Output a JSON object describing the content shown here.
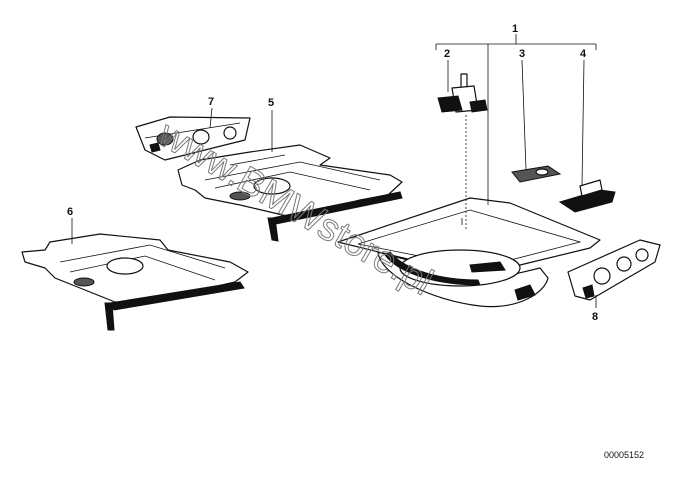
{
  "diagram": {
    "callouts": {
      "c1": "1",
      "c2": "2",
      "c3": "3",
      "c4": "4",
      "c5": "5",
      "c6": "6",
      "c7": "7",
      "c8": "8"
    },
    "watermark": "www.BMWstore.pl",
    "drawing_number": "00005152"
  }
}
